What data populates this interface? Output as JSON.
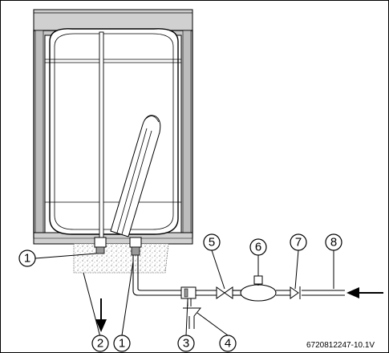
{
  "callouts": [
    {
      "label": "1"
    },
    {
      "label": "2"
    },
    {
      "label": "1"
    },
    {
      "label": "3"
    },
    {
      "label": "4"
    },
    {
      "label": "5"
    },
    {
      "label": "6"
    },
    {
      "label": "7"
    },
    {
      "label": "8"
    }
  ],
  "figure_ref": "6720812247-10.1V",
  "colors": {
    "line": "#000000",
    "insulation": "#c8c8c8",
    "background": "#ffffff"
  }
}
